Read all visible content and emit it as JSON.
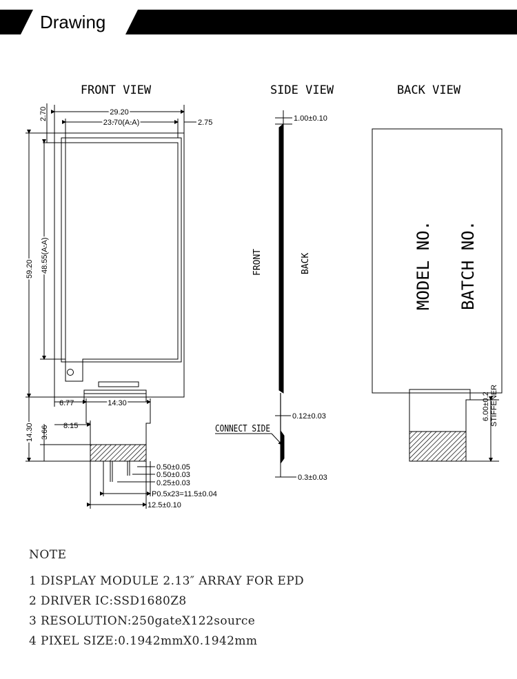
{
  "header": {
    "title": "Drawing"
  },
  "views": {
    "front": "FRONT VIEW",
    "side": "SIDE VIEW",
    "back": "BACK VIEW"
  },
  "front_dims": {
    "width_total": "29.20",
    "width_aa": "23.70(A.A)",
    "top_margin": "2.70",
    "right_margin": "2.75",
    "height_total": "59.20",
    "height_aa": "48.55(A.A)",
    "fpc_offset": "6.77",
    "fpc_width": "14.30",
    "fpc_inner_offset": "8.15",
    "fpc_length": "14.30",
    "fpc_bond": "3.66",
    "pin_a": "0.50±0.05",
    "pin_b": "0.50±0.03",
    "pin_c": "0.25±0.03",
    "pitch": "P0.5x23=11.5±0.04",
    "fpc_total": "12.5±0.10"
  },
  "side_dims": {
    "thickness": "1.00±0.10",
    "fpc_thickness": "0.12±0.03",
    "stiffener_thickness": "0.3±0.03",
    "connect_side": "CONNECT SIDE",
    "front_label": "FRONT",
    "back_label": "BACK"
  },
  "back_dims": {
    "model_no": "MODEL NO.",
    "batch_no": "BATCH NO.",
    "stiffener_value": "6.00±0.2",
    "stiffener_label": "STIFFENER"
  },
  "notes": {
    "title": "NOTE",
    "items": [
      "1 DISPLAY MODULE 2.13″ ARRAY FOR EPD",
      "2 DRIVER IC:SSD1680Z8",
      "3 RESOLUTION:250gateX122source",
      "4 PIXEL SIZE:0.1942mmX0.1942mm"
    ]
  }
}
